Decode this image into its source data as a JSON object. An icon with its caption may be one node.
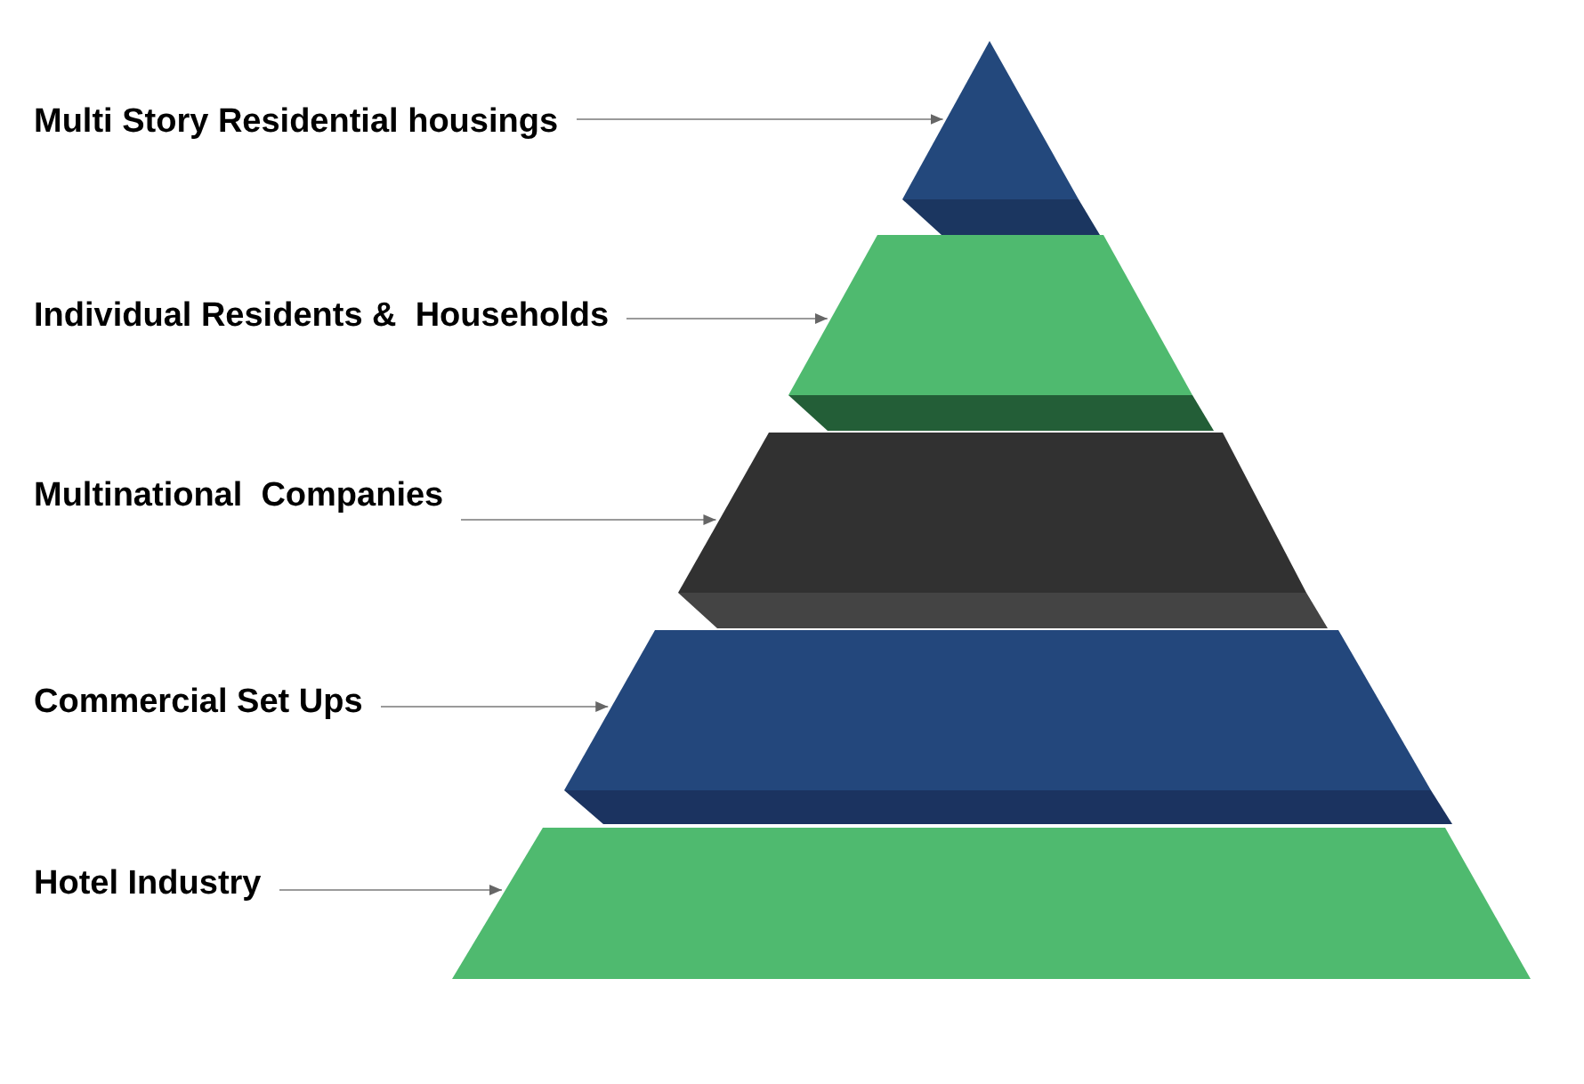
{
  "diagram": {
    "nodes": [
      {
        "text": [
          "Multi Story Residential housings"
        ]
      },
      {
        "text": [
          "Individual Residents &  Households"
        ]
      },
      {
        "text": [
          "Multinational  Companies"
        ]
      },
      {
        "text": [
          "Commercial Set Ups"
        ]
      },
      {
        "text": [
          "Hotel Industry"
        ]
      },
      {
        "text": [],
        "shape": "triangle"
      },
      {
        "text": [],
        "shape": "trapezoid"
      },
      {
        "text": [],
        "shape": "trapezoid"
      },
      {
        "text": [],
        "shape": "trapezoid"
      },
      {
        "text": [],
        "shape": "trapezoid"
      }
    ],
    "edges": [
      {
        "from": 0,
        "to": 5,
        "arrow": "to"
      },
      {
        "from": 1,
        "to": 6,
        "arrow": "to"
      },
      {
        "from": 2,
        "to": 7,
        "arrow": "to"
      },
      {
        "from": 3,
        "to": 8,
        "arrow": "to"
      },
      {
        "from": 4,
        "to": 9,
        "arrow": "to"
      }
    ]
  }
}
